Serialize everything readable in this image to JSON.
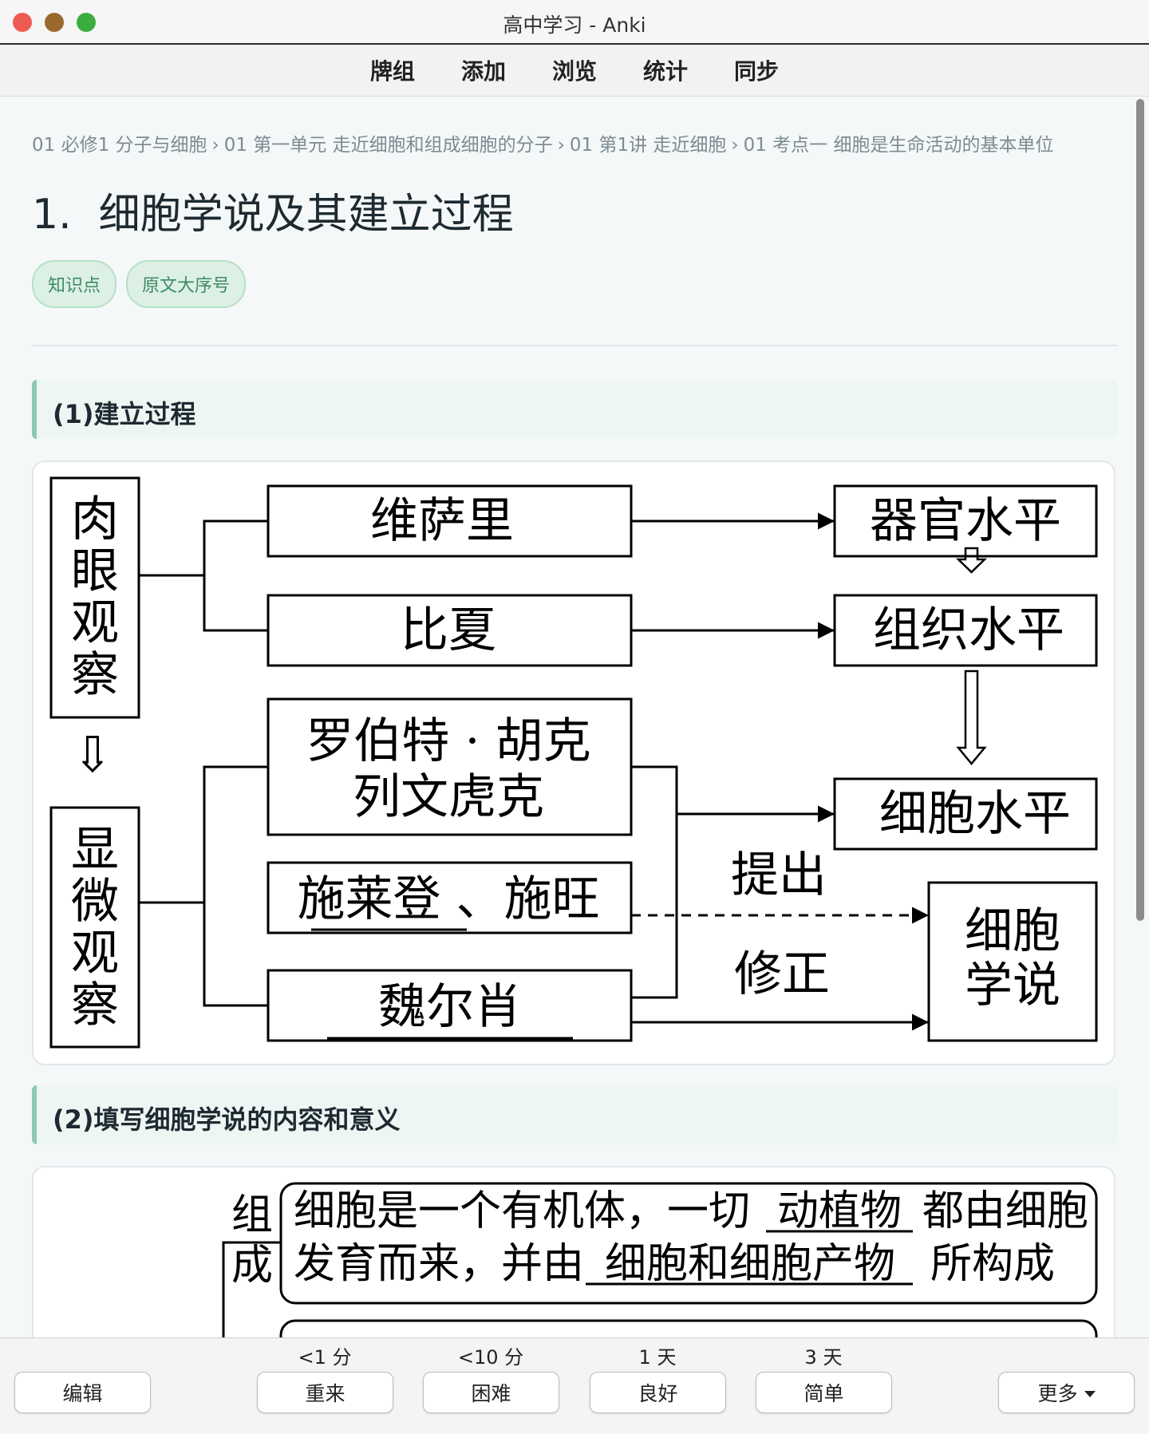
{
  "window": {
    "title": "高中学习 - Anki",
    "lights": [
      "#ee5b53",
      "#9a6a2d",
      "#3cad3f"
    ]
  },
  "nav": [
    "牌组",
    "添加",
    "浏览",
    "统计",
    "同步"
  ],
  "breadcrumb": [
    "01 必修1 分子与细胞",
    "01 第一单元 走近细胞和组成细胞的分子",
    "01 第1讲 走近细胞",
    "01 考点一 细胞是生命活动的基本单位"
  ],
  "breadcrumb_sep": "›",
  "title": {
    "number": "1.",
    "text": "细胞学说及其建立过程"
  },
  "tags": [
    "知识点",
    "原文大序号"
  ],
  "sections": [
    {
      "heading": "(1)建立过程"
    },
    {
      "heading": "(2)填写细胞学说的内容和意义"
    }
  ],
  "diagram1": {
    "left_top": [
      "肉",
      "眼",
      "观",
      "察"
    ],
    "left_bottom": [
      "显",
      "微",
      "观",
      "察"
    ],
    "box_vesalius": "维萨里",
    "box_bichat": "比夏",
    "box_hooke_1": "罗伯特 · 胡克",
    "box_hooke_2": "列文虎克",
    "box_schleiden": "施莱登 、施旺",
    "box_virchow": "魏尔肖",
    "level_organ": "器官水平",
    "level_tissue": "组织水平",
    "level_cell": "细胞水平",
    "theory_1": "细胞",
    "theory_2": "学说",
    "label_propose": "提出",
    "label_revise": "修正",
    "down_arrow": "⇩"
  },
  "diagram2": {
    "side_1": "组",
    "side_2": "成",
    "line1_a": "细胞是一个有机体，一切",
    "line1_blank": "动植物",
    "line1_b": "都由细胞",
    "line2_a": "发育而来，并由",
    "line2_blank": "细胞和细胞产物",
    "line2_b": "所构成"
  },
  "bottom": {
    "edit": "编辑",
    "more": "更多",
    "answers": [
      {
        "interval": "<1 分",
        "label": "重来"
      },
      {
        "interval": "<10 分",
        "label": "困难"
      },
      {
        "interval": "1 天",
        "label": "良好"
      },
      {
        "interval": "3 天",
        "label": "简单"
      }
    ]
  }
}
